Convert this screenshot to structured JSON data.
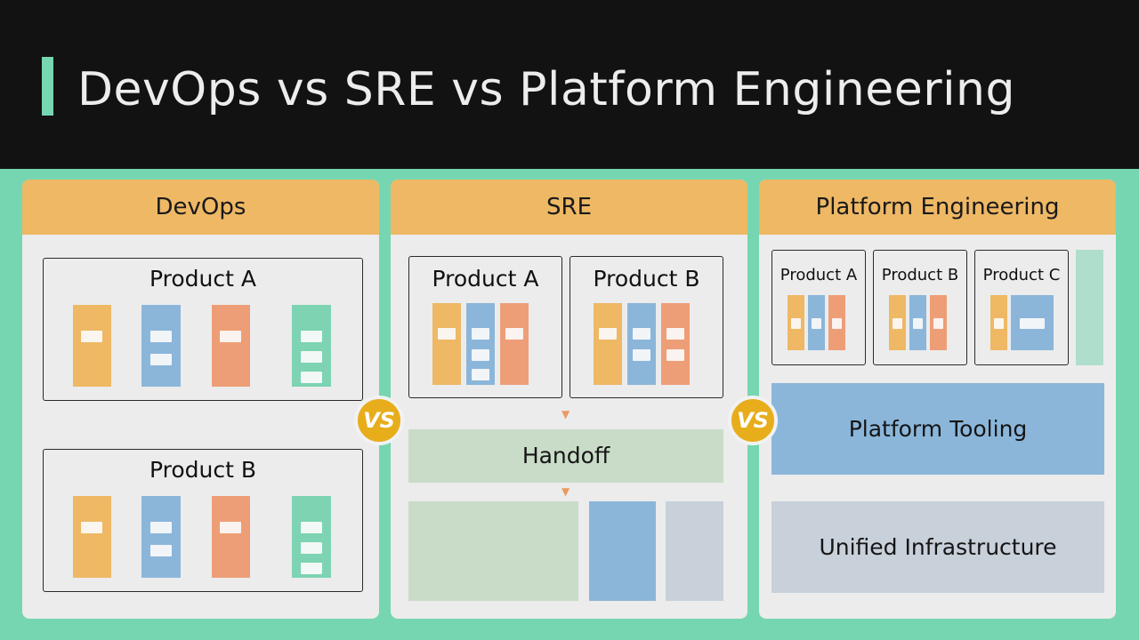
{
  "title": "DevOps vs SRE vs Platform Engineering",
  "vs_label": "VS",
  "colors": {
    "background": "#76d6b1",
    "title_bg": "#121212",
    "accent": "#76d6b1",
    "header": "#eeb865",
    "panel": "#ececec",
    "yellow": "#eeb865",
    "blue": "#8bb6da",
    "orange": "#ee9e77",
    "green": "#7dd3b2",
    "light_green": "#c9dcc8",
    "light_gray": "#c8d0da",
    "vs_gold": "#e7ad1b"
  },
  "devops": {
    "heading": "DevOps",
    "products": [
      {
        "name": "Product A"
      },
      {
        "name": "Product B"
      }
    ]
  },
  "sre": {
    "heading": "SRE",
    "products": [
      {
        "name": "Product A"
      },
      {
        "name": "Product B"
      }
    ],
    "handoff": "Handoff"
  },
  "platform": {
    "heading": "Platform Engineering",
    "products": [
      {
        "name": "Product A"
      },
      {
        "name": "Product B"
      },
      {
        "name": "Product C"
      }
    ],
    "tooling": "Platform Tooling",
    "infrastructure": "Unified Infrastructure"
  }
}
